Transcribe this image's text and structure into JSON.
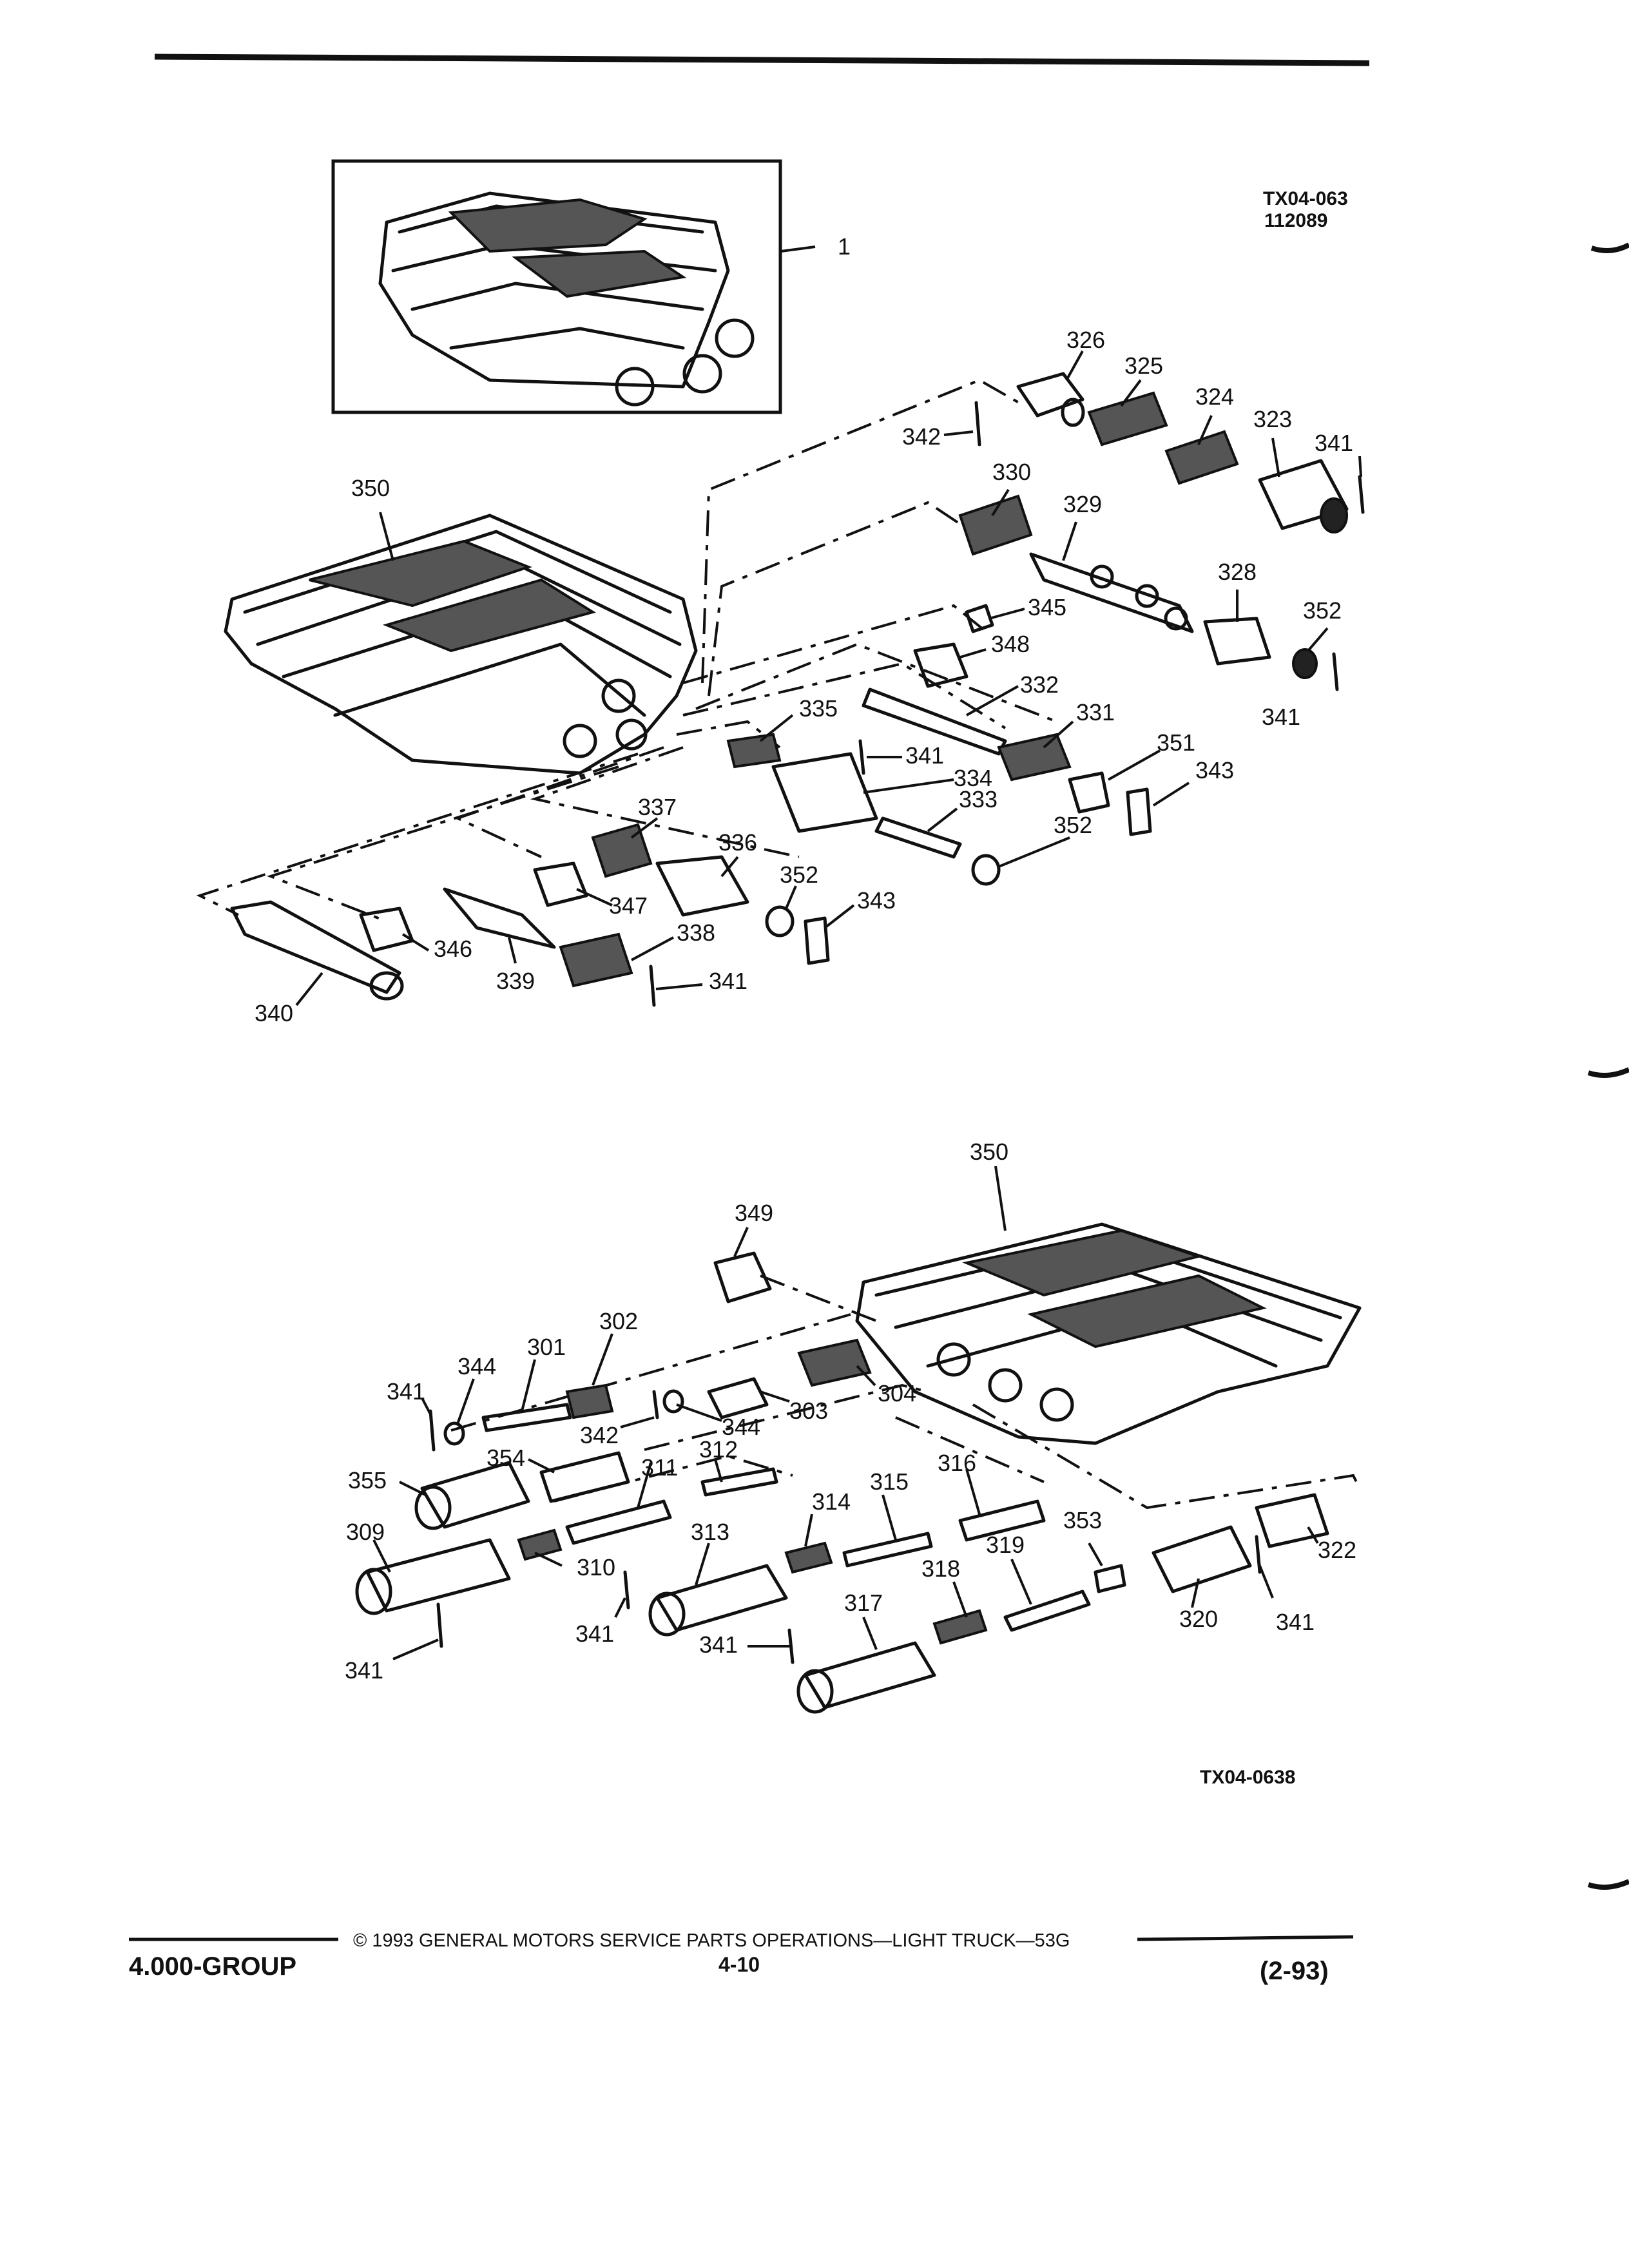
{
  "figure_codes": {
    "top_code": "TX04-063",
    "top_date": "112089",
    "bottom_code": "TX04-0638"
  },
  "inset_label": "1",
  "callouts": {
    "c326": "326",
    "c325": "325",
    "c324": "324",
    "c323": "323",
    "c341a": "341",
    "c342a": "342",
    "c330": "330",
    "c329": "329",
    "c350a": "350",
    "c328": "328",
    "c352a": "352",
    "c345": "345",
    "c348": "348",
    "c332": "332",
    "c341b": "341",
    "c335": "335",
    "c331": "331",
    "c341c": "341",
    "c351": "351",
    "c334": "334",
    "c343a": "343",
    "c333": "333",
    "c352b": "352",
    "c337": "337",
    "c336": "336",
    "c352c": "352",
    "c343b": "343",
    "c347": "347",
    "c346": "346",
    "c338": "338",
    "c339": "339",
    "c341d": "341",
    "c340": "340",
    "c350b": "350",
    "c349": "349",
    "c302": "302",
    "c301": "301",
    "c344a": "344",
    "c341e": "341",
    "c342b": "342",
    "c344b": "344",
    "c303": "303",
    "c304": "304",
    "c355": "355",
    "c354": "354",
    "c311": "311",
    "c312": "312",
    "c316": "316",
    "c315": "315",
    "c314": "314",
    "c309": "309",
    "c310": "310",
    "c313": "313",
    "c353": "353",
    "c319": "319",
    "c318": "318",
    "c322": "322",
    "c317": "317",
    "c341f": "341",
    "c341g": "341",
    "c320": "320",
    "c341h": "341",
    "c341i": "341"
  },
  "footer": {
    "group": "4.000-GROUP",
    "copyright": "© 1993 GENERAL MOTORS SERVICE PARTS OPERATIONS—LIGHT TRUCK—53G",
    "page_number": "4-10",
    "revision": "(2-93)"
  }
}
